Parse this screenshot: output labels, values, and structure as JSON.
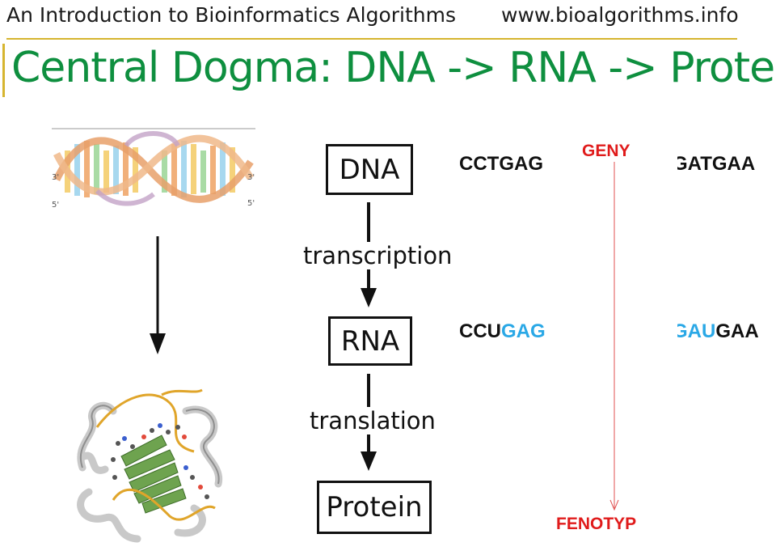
{
  "header": {
    "course_title": "An Introduction to Bioinformatics Algorithms",
    "website": "www.bioalgorithms.info"
  },
  "slide": {
    "title": "Central Dogma: DNA -> RNA -> Protein"
  },
  "flow": {
    "dna_label": "DNA",
    "transcription_label": "transcription",
    "rna_label": "RNA",
    "translation_label": "translation",
    "protein_label": "Protein"
  },
  "sequences": {
    "dna_left": "CCTGAG",
    "dna_right": "GATGAA",
    "rna_left_plain": "CCU",
    "rna_left_highlight": "GAG",
    "rna_right_highlight": "GAU",
    "rna_right_plain": "GAA"
  },
  "genes": {
    "top_label": "GENY",
    "bottom_label": "FENOTYP"
  },
  "colors": {
    "title_green": "#0e8f3f",
    "accent_gold": "#d6b530",
    "highlight_blue": "#2aa8e6",
    "label_red": "#e01b1b"
  },
  "icons": {
    "dna": "dna-double-helix-icon",
    "protein": "protein-structure-icon"
  }
}
